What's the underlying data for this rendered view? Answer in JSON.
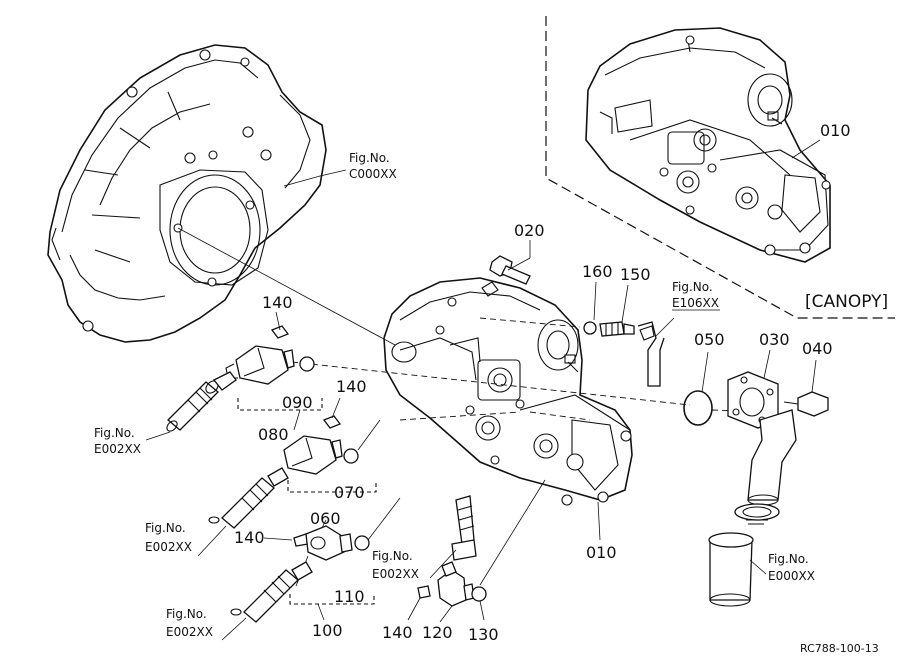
{
  "callouts": {
    "p010_top": "010",
    "p010_main": "010",
    "p020": "020",
    "p030": "030",
    "p040": "040",
    "p050": "050",
    "p060": "060",
    "p070": "070",
    "p080": "080",
    "p090": "090",
    "p100": "100",
    "p110": "110",
    "p120": "120",
    "p130": "130",
    "p140_a": "140",
    "p140_b": "140",
    "p140_c": "140",
    "p140_d": "140",
    "p150": "150",
    "p160": "160"
  },
  "fig_refs": {
    "c000": {
      "label": "Fig.No.",
      "code": "C000XX"
    },
    "e106": {
      "label": "Fig.No.",
      "code": "E106XX"
    },
    "e002_a": {
      "label": "Fig.No.",
      "code": "E002XX"
    },
    "e002_b": {
      "label": "Fig.No.",
      "code": "E002XX"
    },
    "e002_c": {
      "label": "Fig.No.",
      "code": "E002XX"
    },
    "e002_d": {
      "label": "Fig.No.",
      "code": "E002XX"
    },
    "e000": {
      "label": "Fig.No.",
      "code": "E000XX"
    }
  },
  "variant_label": "[CANOPY]",
  "drawing_ref": "RC788-100-13"
}
